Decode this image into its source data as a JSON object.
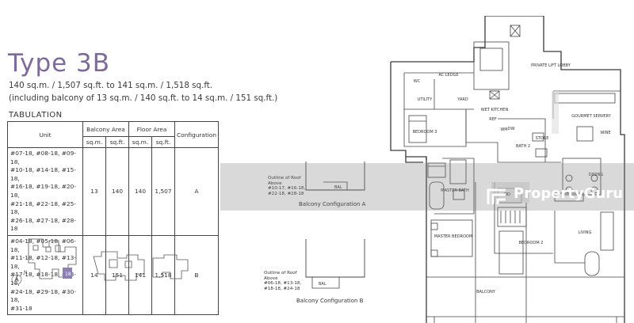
{
  "title": "Type 3B",
  "area_line1": "140 sq.m. / 1,507 sq.ft. to 141 sq.m. / 1,518 sq.ft.",
  "area_line2": "(including balcony of 13 sq.m. / 140 sq.ft. to 14 sq.m. / 151 sq.ft.)",
  "tabulation": {
    "heading": "TABULATION",
    "headers": {
      "unit": "Unit",
      "balcony": "Balcony Area",
      "floor": "Floor Area",
      "config": "Configuration",
      "sqm": "sq.m.",
      "sqft": "sq.ft."
    },
    "rows": [
      {
        "units": [
          "#07-18, #08-18, #09-18,",
          "#10-18, #14-18, #15-18,",
          "#16-18, #19-18, #20-18,",
          "#21-18, #22-18, #25-18,",
          "#26-18, #27-18, #28-18"
        ],
        "balcony_sqm": "13",
        "balcony_sqft": "140",
        "floor_sqm": "140",
        "floor_sqft": "1,507",
        "config": "A"
      },
      {
        "units": [
          "#04-18, #05-18, #06-18,",
          "#11-18, #12-18, #13-18,",
          "#17-18, #18-18, #23-18,",
          "#24-18, #29-18, #30-18,",
          "#31-18"
        ],
        "balcony_sqm": "14",
        "balcony_sqft": "151",
        "floor_sqm": "141",
        "floor_sqft": "1,518",
        "config": "B"
      }
    ]
  },
  "key_plan": {
    "north": "N",
    "unit_marker": "18"
  },
  "config_a": {
    "caption": "Balcony Configuration A",
    "roof_note": [
      "Outline of Roof",
      "Above",
      "#10-17, #16-18,",
      "#22-18, #28-18"
    ],
    "bal": "BAL"
  },
  "config_b": {
    "caption": "Balcony Configuration B",
    "roof_note": [
      "Outline of Roof",
      "Above",
      "#06-18, #13-18,",
      "#18-18, #24-18"
    ],
    "bal": "BAL"
  },
  "rooms": {
    "ac_ledge": "AC LEDGE",
    "wc": "WC",
    "utility": "UTILITY",
    "yard": "YARD",
    "wet_kitchen": "WET KITCHEN",
    "private_lift_lobby": "PRIVATE LIFT LOBBY",
    "bedroom3": "BEDROOM 3",
    "bath2": "BATH 2",
    "store": "STORE",
    "dw": "DW",
    "gourmet_servery": "GOURMET SERVERY",
    "wine": "WINE",
    "dining": "DINING",
    "master_bath": "MASTER BATH",
    "master_bedroom": "MASTER BEDROOM",
    "bedroom2": "BEDROOM 2",
    "living": "LIVING",
    "balcony": "BALCONY",
    "wm": "WM",
    "refl": "REF",
    "dd": "DD"
  },
  "watermark": "PropertyGuru"
}
